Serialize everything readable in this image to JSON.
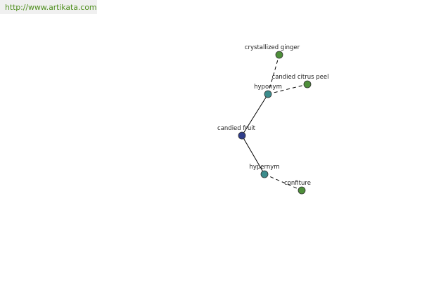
{
  "watermark": "http://www.artikata.com",
  "colors": {
    "root": "#2f3d8a",
    "relation": "#3c8c8c",
    "leaf": "#4e8f3a",
    "edge": "#000000",
    "watermark_text": "#4f8f1e"
  },
  "graph": {
    "root": "candied fruit",
    "relations": [
      {
        "label": "hyponym",
        "targets": [
          "crystallized ginger",
          "candied citrus peel"
        ]
      },
      {
        "label": "hypernym",
        "targets": [
          "confiture"
        ]
      }
    ]
  }
}
